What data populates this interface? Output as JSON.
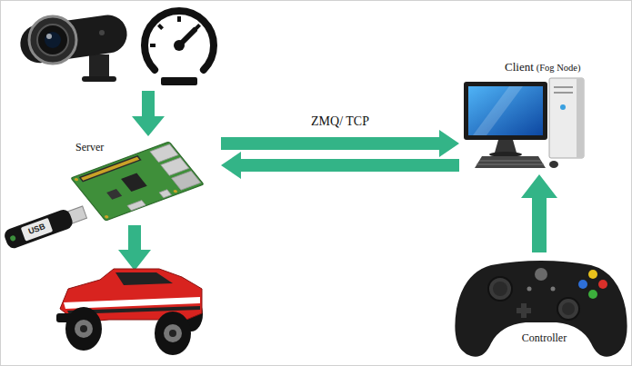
{
  "diagram": {
    "nodes": [
      {
        "text": [
          "Server"
        ]
      },
      {
        "text": [
          "Client",
          "(Fog Node)"
        ]
      },
      {
        "text": [
          "Controller"
        ]
      }
    ],
    "edges": [
      {
        "from": 0,
        "to": 1,
        "arrow": "to",
        "label": "ZMQ/ TCP"
      },
      {
        "from": 1,
        "to": 0,
        "arrow": "to"
      },
      {
        "from": 2,
        "to": 1,
        "arrow": "to"
      }
    ],
    "labels": [
      "USB"
    ]
  }
}
